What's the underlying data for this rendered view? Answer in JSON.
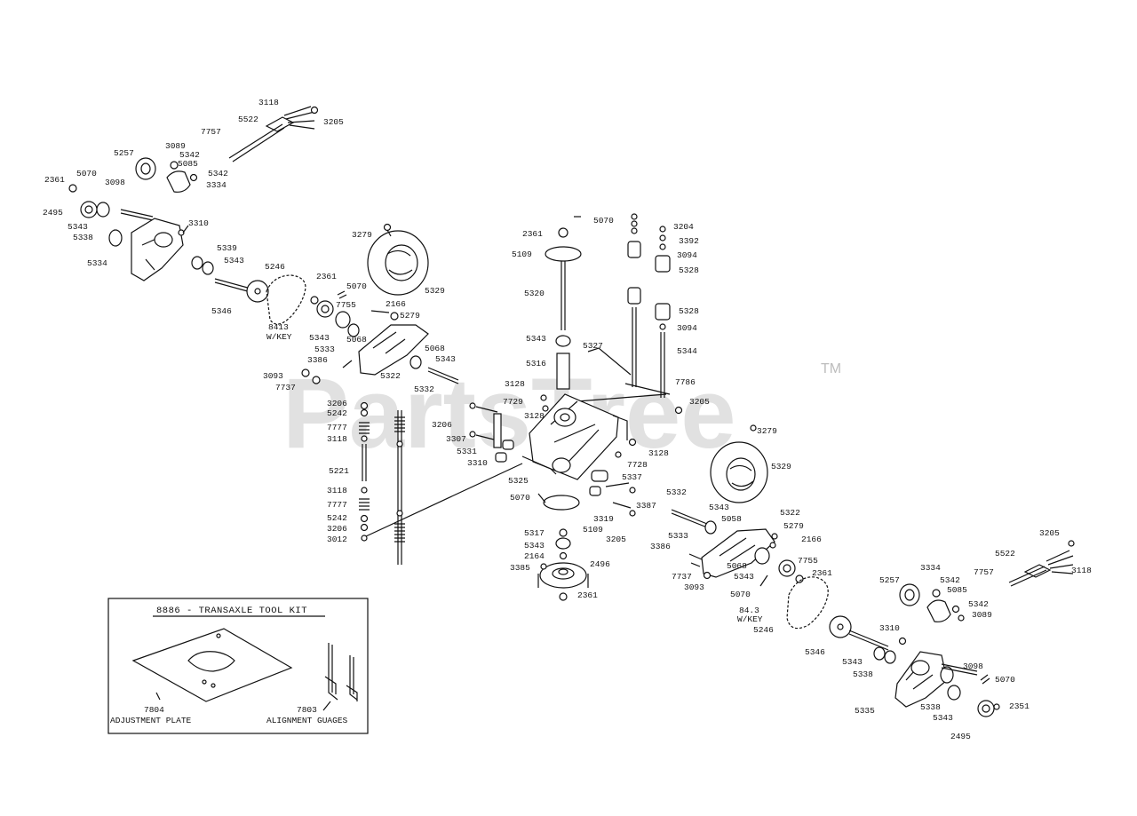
{
  "watermark": {
    "text": "PartsTree",
    "tm": "TM"
  },
  "tool_kit": {
    "title": "8886 - TRANSAXLE TOOL KIT",
    "plate_label": "7804\nADJUSTMENT PLATE",
    "gauge_label": "7803\nALIGNMENT GUAGES"
  },
  "callouts": [
    {
      "id": "c1",
      "text": "3118"
    },
    {
      "id": "c2",
      "text": "5522"
    },
    {
      "id": "c3",
      "text": "3205"
    },
    {
      "id": "c4",
      "text": "7757"
    },
    {
      "id": "c5",
      "text": "5257"
    },
    {
      "id": "c6",
      "text": "3089"
    },
    {
      "id": "c7",
      "text": "5342"
    },
    {
      "id": "c8",
      "text": "5085"
    },
    {
      "id": "c9",
      "text": "5342"
    },
    {
      "id": "c10",
      "text": "3334"
    },
    {
      "id": "c11",
      "text": "2361"
    },
    {
      "id": "c12",
      "text": "5070"
    },
    {
      "id": "c13",
      "text": "3098"
    },
    {
      "id": "c14",
      "text": "2495"
    },
    {
      "id": "c15",
      "text": "5343"
    },
    {
      "id": "c16",
      "text": "5338"
    },
    {
      "id": "c17",
      "text": "3310"
    },
    {
      "id": "c18",
      "text": "5334"
    },
    {
      "id": "c19",
      "text": "5339"
    },
    {
      "id": "c20",
      "text": "5343"
    },
    {
      "id": "c21",
      "text": "5246"
    },
    {
      "id": "c22",
      "text": "5346"
    },
    {
      "id": "c23",
      "text": "3279"
    },
    {
      "id": "c24",
      "text": "5329"
    },
    {
      "id": "c25",
      "text": "2361"
    },
    {
      "id": "c26",
      "text": "5070"
    },
    {
      "id": "c27",
      "text": "7755"
    },
    {
      "id": "c28",
      "text": "2166"
    },
    {
      "id": "c29",
      "text": "5279"
    },
    {
      "id": "c30",
      "text": "8413"
    },
    {
      "id": "c31",
      "text": "W/KEY"
    },
    {
      "id": "c32",
      "text": "5343"
    },
    {
      "id": "c33",
      "text": "5068"
    },
    {
      "id": "c34",
      "text": "5068"
    },
    {
      "id": "c35",
      "text": "5333"
    },
    {
      "id": "c36",
      "text": "5343"
    },
    {
      "id": "c37",
      "text": "3386"
    },
    {
      "id": "c38",
      "text": "3093"
    },
    {
      "id": "c39",
      "text": "5322"
    },
    {
      "id": "c40",
      "text": "7737"
    },
    {
      "id": "c41",
      "text": "5332"
    },
    {
      "id": "c42",
      "text": "3206"
    },
    {
      "id": "c43",
      "text": "5242"
    },
    {
      "id": "c44",
      "text": "7777"
    },
    {
      "id": "c45",
      "text": "3118"
    },
    {
      "id": "c46",
      "text": "5221"
    },
    {
      "id": "c47",
      "text": "3118"
    },
    {
      "id": "c48",
      "text": "7777"
    },
    {
      "id": "c49",
      "text": "5242"
    },
    {
      "id": "c50",
      "text": "3206"
    },
    {
      "id": "c51",
      "text": "3012"
    },
    {
      "id": "c52",
      "text": "2361"
    },
    {
      "id": "c53",
      "text": "5070"
    },
    {
      "id": "c54",
      "text": "5109"
    },
    {
      "id": "c55",
      "text": "5320"
    },
    {
      "id": "c56",
      "text": "5343"
    },
    {
      "id": "c57",
      "text": "5316"
    },
    {
      "id": "c58",
      "text": "5327"
    },
    {
      "id": "c59",
      "text": "3204"
    },
    {
      "id": "c60",
      "text": "3392"
    },
    {
      "id": "c61",
      "text": "3094"
    },
    {
      "id": "c62",
      "text": "5328"
    },
    {
      "id": "c63",
      "text": "5328"
    },
    {
      "id": "c64",
      "text": "3094"
    },
    {
      "id": "c65",
      "text": "5344"
    },
    {
      "id": "c66",
      "text": "3128"
    },
    {
      "id": "c67",
      "text": "7729"
    },
    {
      "id": "c68",
      "text": "3128"
    },
    {
      "id": "c69",
      "text": "7786"
    },
    {
      "id": "c70",
      "text": "3205"
    },
    {
      "id": "c71",
      "text": "3206"
    },
    {
      "id": "c72",
      "text": "3307"
    },
    {
      "id": "c73",
      "text": "5331"
    },
    {
      "id": "c74",
      "text": "3310"
    },
    {
      "id": "c75",
      "text": "3128"
    },
    {
      "id": "c76",
      "text": "7728"
    },
    {
      "id": "c77",
      "text": "3279"
    },
    {
      "id": "c78",
      "text": "5325"
    },
    {
      "id": "c79",
      "text": "5337"
    },
    {
      "id": "c80",
      "text": "5329"
    },
    {
      "id": "c81",
      "text": "5070"
    },
    {
      "id": "c82",
      "text": "3387"
    },
    {
      "id": "c83",
      "text": "3319"
    },
    {
      "id": "c84",
      "text": "5109"
    },
    {
      "id": "c85",
      "text": "3205"
    },
    {
      "id": "c86",
      "text": "5317"
    },
    {
      "id": "c87",
      "text": "5343"
    },
    {
      "id": "c88",
      "text": "2164"
    },
    {
      "id": "c89",
      "text": "3385"
    },
    {
      "id": "c90",
      "text": "2496"
    },
    {
      "id": "c91",
      "text": "2361"
    },
    {
      "id": "c92",
      "text": "5332"
    },
    {
      "id": "c93",
      "text": "5343"
    },
    {
      "id": "c94",
      "text": "5058"
    },
    {
      "id": "c95",
      "text": "5322"
    },
    {
      "id": "c96",
      "text": "5279"
    },
    {
      "id": "c97",
      "text": "5333"
    },
    {
      "id": "c98",
      "text": "2166"
    },
    {
      "id": "c99",
      "text": "3386"
    },
    {
      "id": "c100",
      "text": "5068"
    },
    {
      "id": "c101",
      "text": "7755"
    },
    {
      "id": "c102",
      "text": "7737"
    },
    {
      "id": "c103",
      "text": "5343"
    },
    {
      "id": "c104",
      "text": "2361"
    },
    {
      "id": "c105",
      "text": "3093"
    },
    {
      "id": "c106",
      "text": "5070"
    },
    {
      "id": "c107",
      "text": "84.3"
    },
    {
      "id": "c108",
      "text": "W/KEY"
    },
    {
      "id": "c109",
      "text": "5246"
    },
    {
      "id": "c110",
      "text": "3205"
    },
    {
      "id": "c111",
      "text": "5522"
    },
    {
      "id": "c112",
      "text": "7757"
    },
    {
      "id": "c113",
      "text": "3118"
    },
    {
      "id": "c114",
      "text": "3334"
    },
    {
      "id": "c115",
      "text": "5342"
    },
    {
      "id": "c116",
      "text": "5257"
    },
    {
      "id": "c117",
      "text": "5085"
    },
    {
      "id": "c118",
      "text": "5342"
    },
    {
      "id": "c119",
      "text": "3089"
    },
    {
      "id": "c120",
      "text": "3310"
    },
    {
      "id": "c121",
      "text": "5346"
    },
    {
      "id": "c122",
      "text": "5343"
    },
    {
      "id": "c123",
      "text": "5338"
    },
    {
      "id": "c124",
      "text": "3098"
    },
    {
      "id": "c125",
      "text": "5070"
    },
    {
      "id": "c126",
      "text": "5335"
    },
    {
      "id": "c127",
      "text": "5338"
    },
    {
      "id": "c128",
      "text": "5343"
    },
    {
      "id": "c129",
      "text": "2351"
    },
    {
      "id": "c130",
      "text": "2495"
    }
  ]
}
